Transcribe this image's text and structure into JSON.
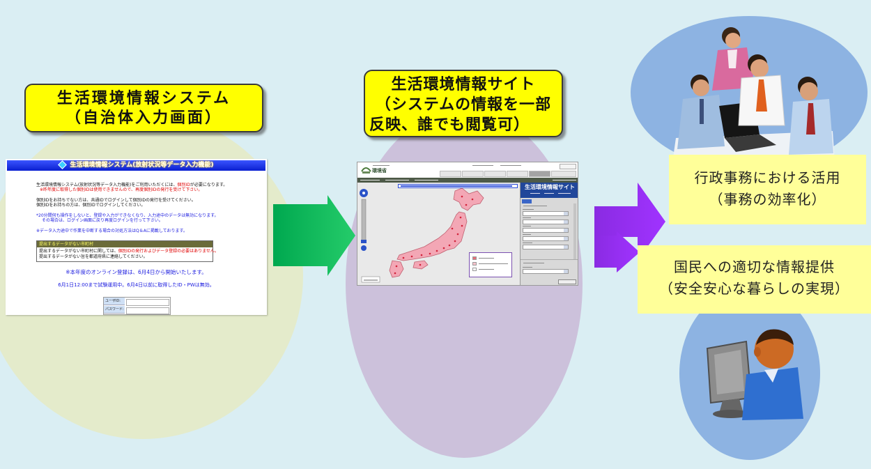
{
  "labels": {
    "input_system": {
      "line1": "生活環境情報システム",
      "line2": "（自治体入力画面）"
    },
    "info_site": {
      "line1": "生活環境情報サイト",
      "line2": "（システムの情報を一部",
      "line3": "反映、誰でも閲覧可）"
    },
    "admin_use": {
      "line1": "行政事務における活用",
      "line2": "（事務の効率化）"
    },
    "citizen_info": {
      "line1": "国民への適切な情報提供",
      "line2": "（安全安心な暮らしの実現）"
    }
  },
  "input_screen": {
    "header": "生活環境情報システム(放射状況等データ入力機能)",
    "intro_before": "生活環境情報システム(放射状況等データ入力機能)をご利用いただくには、",
    "intro_highlight": "個別ID",
    "intro_after": "が必要になります。",
    "last_year_notice": "※昨年度に取得した個別IDは使用できませんので、再度個別IDの発行を受けて下さい。",
    "no_id_note": "個別IDをお持ちでない方は、共通IDでログインして個別IDの発行を受けてください。",
    "has_id_note": "個別IDをお持ちの方は、個別IDでログインしてください。",
    "timeout_note_1": "*20分間何も操作をしないと、登録や入力ができなくなり、入力途中のデータは無効になります。",
    "timeout_note_2": "その場合は、ログイン画面に戻り再度ログインを行って下さい。",
    "qa_note": "※データ入力途中で作業を中断する場合の対処方法はQ＆Aに掲載しております。",
    "no_data_box": {
      "title": "提出するデータがない市町村",
      "line1_before": "提出するデータがない市町村に関しては、",
      "line1_highlight": "個別IDの発行およびデータ登録の必要はありません。",
      "line2": "提出するデータがない旨を都道府県に連絡してください。"
    },
    "online_start": "※本年度のオンライン登録は、6月4日から開始いたします。",
    "trial_note": "6月1日12:00まで試験運用中。6月4日以前に取得したID・PWは無効。",
    "user_id_label": "ユーザID:",
    "password_label": "パスワード:"
  },
  "site_screen": {
    "ministry": "環境省",
    "panel_title": "生活環境情報サイト"
  },
  "icons": [
    "diamond-icon",
    "ministry-logo-icon",
    "zoom-control-icon",
    "japan-map",
    "office-workers-photo",
    "user-at-computer-icon"
  ],
  "colors": {
    "background": "#daeef3",
    "label_yellow": "#ffff00",
    "box_yellow": "#ffff99",
    "green_arrow": "#00b050",
    "purple_arrow": "#9933ff",
    "input_circle": "#e4ebcb",
    "site_circle": "#ccc1db",
    "user_circle": "#8db3e2"
  }
}
